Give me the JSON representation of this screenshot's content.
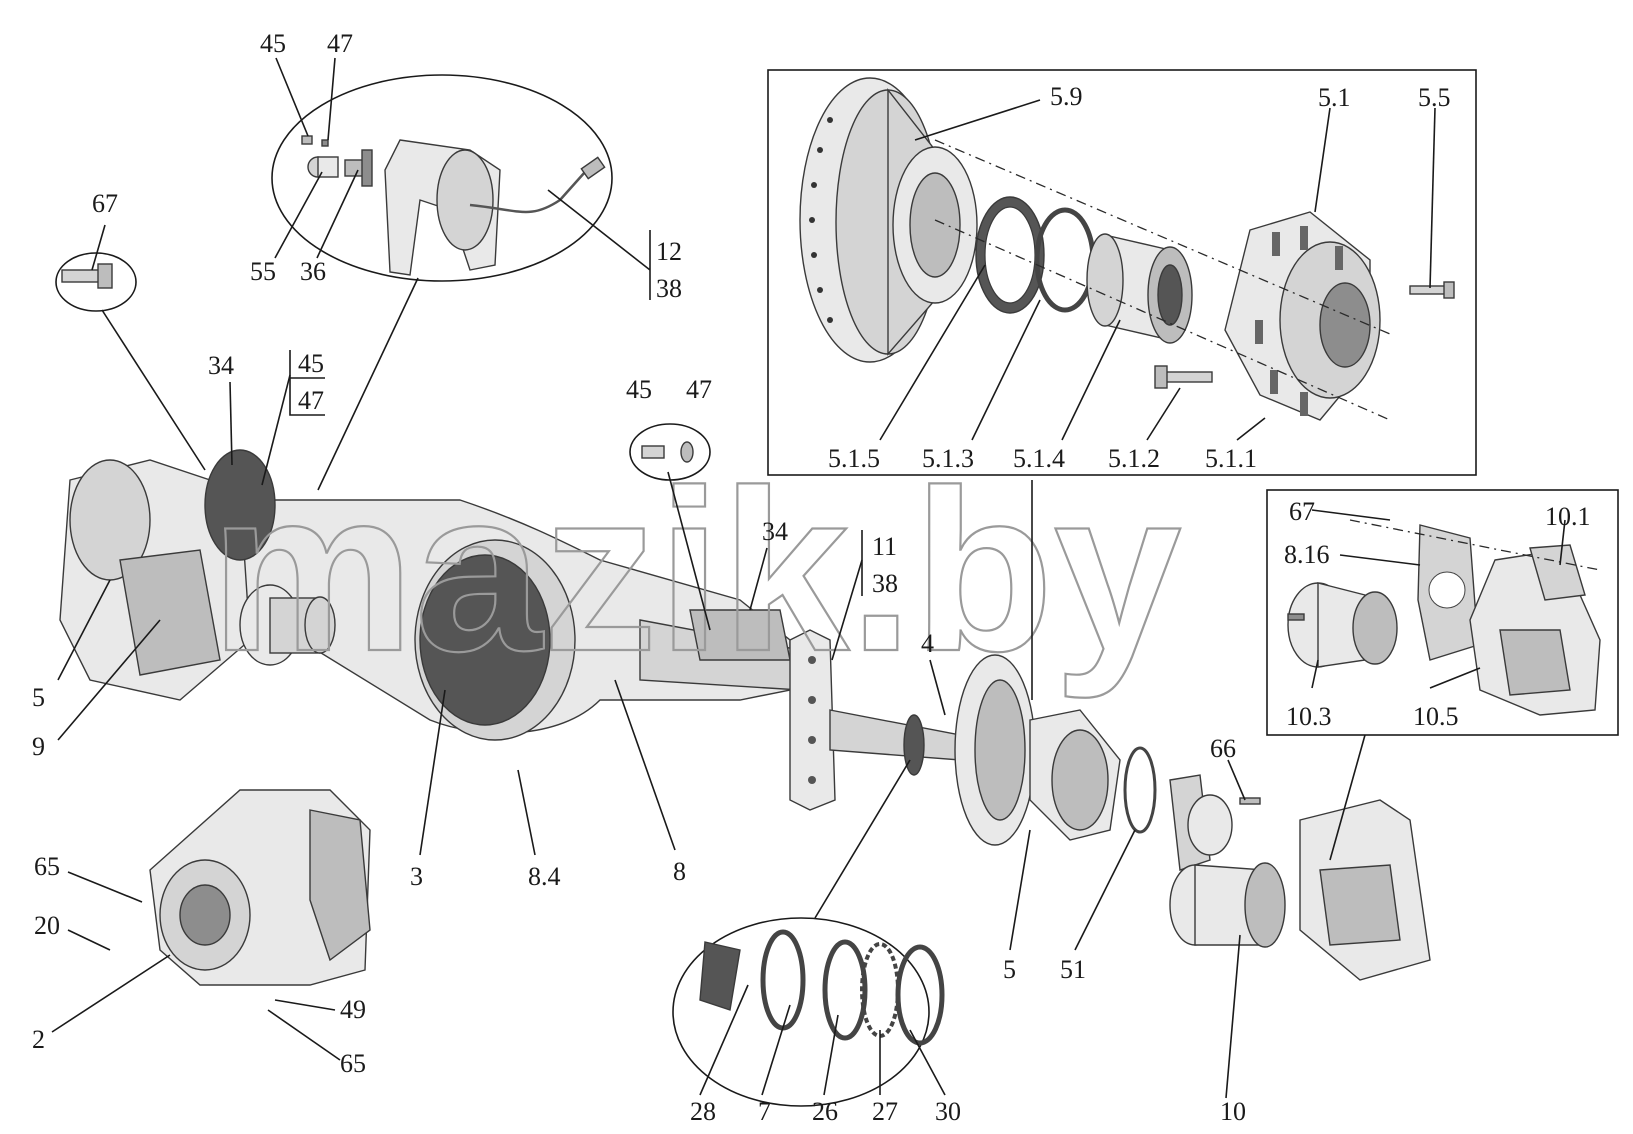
{
  "watermark": {
    "text": "mazik.by"
  },
  "callouts": {
    "c45a": "45",
    "c47a": "47",
    "c55": "55",
    "c36": "36",
    "c12": "12",
    "c38a": "38",
    "c67a": "67",
    "c34a": "34",
    "c45b": "45",
    "c47b": "47",
    "c45c": "45",
    "c47c": "47",
    "c34b": "34",
    "c11": "11",
    "c38b": "38",
    "c4": "4",
    "c59": "5.9",
    "c51": "5.1",
    "c55b": "5.5",
    "c515": "5.1.5",
    "c513": "5.1.3",
    "c514": "5.1.4",
    "c512": "5.1.2",
    "c511": "5.1.1",
    "c67b": "67",
    "c816": "8.16",
    "c101": "10.1",
    "c103": "10.3",
    "c105": "10.5",
    "c5a": "5",
    "c9": "9",
    "c3": "3",
    "c84": "8.4",
    "c8": "8",
    "c66": "66",
    "c5b": "5",
    "c51b": "51",
    "c65a": "65",
    "c20": "20",
    "c2": "2",
    "c49": "49",
    "c65b": "65",
    "c28": "28",
    "c7": "7",
    "c26": "26",
    "c27": "27",
    "c30": "30",
    "c10": "10"
  }
}
